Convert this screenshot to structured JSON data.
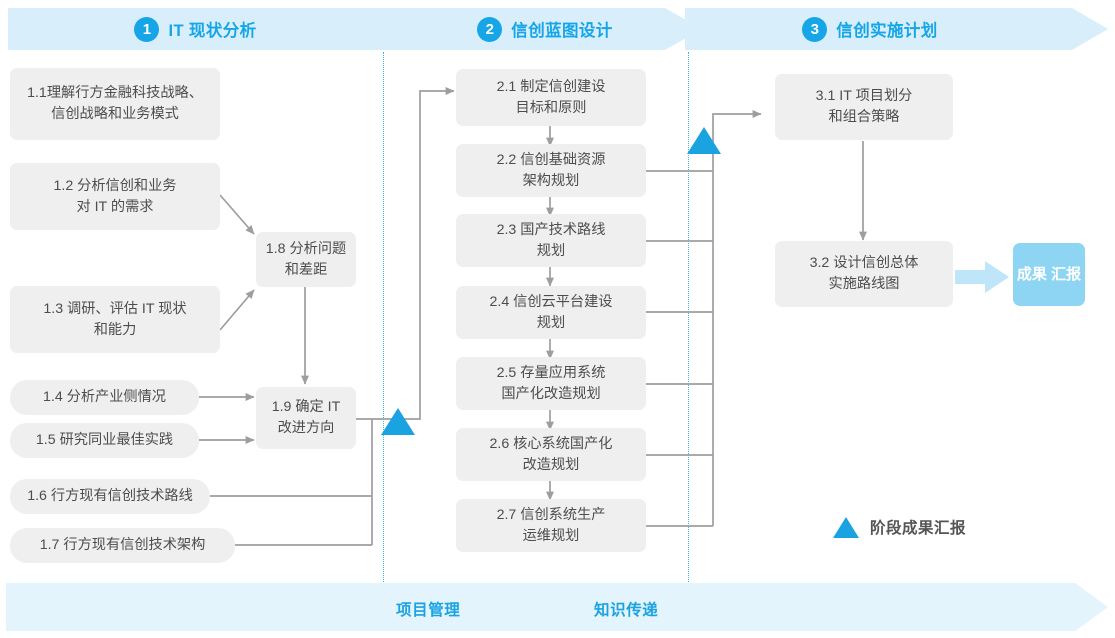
{
  "phases": [
    {
      "num": "1",
      "title": "IT 现状分析"
    },
    {
      "num": "2",
      "title": "信创蓝图设计"
    },
    {
      "num": "3",
      "title": "信创实施计划"
    }
  ],
  "phase1_tasks": [
    {
      "id": "1.1",
      "lines": [
        "1.1理解行方金融科技战略、",
        "信创战略和业务模式"
      ]
    },
    {
      "id": "1.2",
      "lines": [
        "1.2 分析信创和业务",
        "对 IT 的需求"
      ]
    },
    {
      "id": "1.3",
      "lines": [
        "1.3 调研、评估 IT 现状",
        "和能力"
      ]
    },
    {
      "id": "1.4",
      "lines": [
        "1.4 分析产业侧情况"
      ]
    },
    {
      "id": "1.5",
      "lines": [
        "1.5 研究同业最佳实践"
      ]
    },
    {
      "id": "1.6",
      "lines": [
        "1.6 行方现有信创技术路线"
      ]
    },
    {
      "id": "1.7",
      "lines": [
        "1.7 行方现有信创技术架构"
      ]
    },
    {
      "id": "1.8",
      "lines": [
        "1.8 分析问题",
        "和差距"
      ]
    },
    {
      "id": "1.9",
      "lines": [
        "1.9 确定 IT",
        "改进方向"
      ]
    }
  ],
  "phase2_tasks": [
    {
      "id": "2.1",
      "lines": [
        "2.1 制定信创建设",
        "目标和原则"
      ]
    },
    {
      "id": "2.2",
      "lines": [
        "2.2 信创基础资源",
        "架构规划"
      ]
    },
    {
      "id": "2.3",
      "lines": [
        "2.3 国产技术路线",
        "规划"
      ]
    },
    {
      "id": "2.4",
      "lines": [
        "2.4 信创云平台建设",
        "规划"
      ]
    },
    {
      "id": "2.5",
      "lines": [
        "2.5 存量应用系统",
        "国产化改造规划"
      ]
    },
    {
      "id": "2.6",
      "lines": [
        "2.6 核心系统国产化",
        "改造规划"
      ]
    },
    {
      "id": "2.7",
      "lines": [
        "2.7 信创系统生产",
        "运维规划"
      ]
    }
  ],
  "phase3_tasks": [
    {
      "id": "3.1",
      "lines": [
        "3.1 IT 项目划分",
        "和组合策略"
      ]
    },
    {
      "id": "3.2",
      "lines": [
        "3.2 设计信创总体",
        "实施路线图"
      ]
    }
  ],
  "result_badge": {
    "lines": [
      "成果",
      "汇报"
    ]
  },
  "legend": {
    "label": "阶段成果汇报",
    "icon": "triangle-marker-icon"
  },
  "bottom_bar": {
    "labels": [
      "项目管理",
      "知识传递"
    ]
  },
  "colors": {
    "accent": "#16a6e8",
    "phase_band": "#d8eefb",
    "bottom_band": "#e3f4fc",
    "box_bg": "#efefef",
    "box_text": "#4d4d4d",
    "badge_bg": "#8ed5f3",
    "connector": "#9e9e9e",
    "dotted": "#3fb6e6"
  }
}
